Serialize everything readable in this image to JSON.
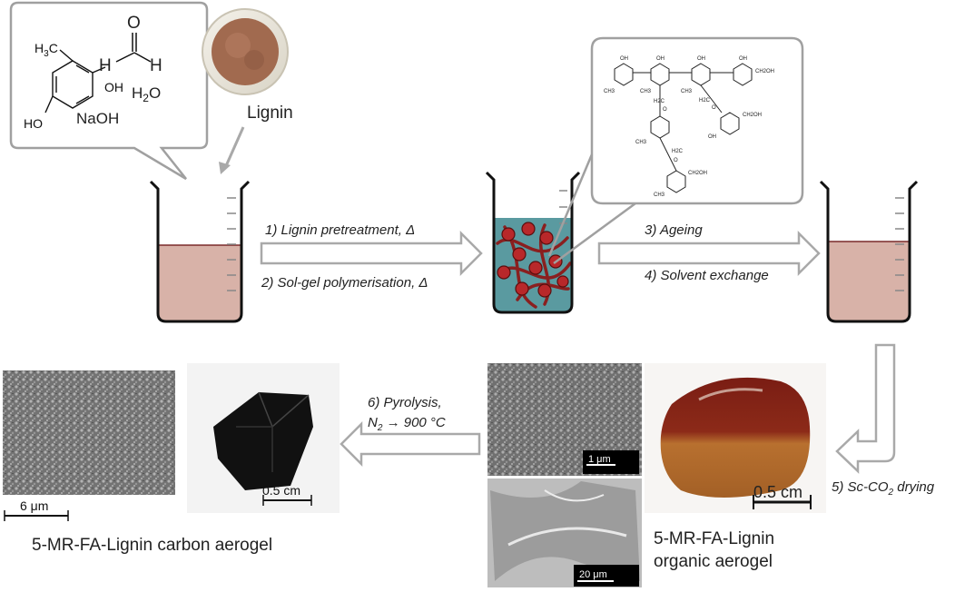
{
  "reagents": {
    "methyl": "H3C",
    "methyl_sub": "3",
    "oh_1": "OH",
    "ho_1": "HO",
    "naoh": "NaOH",
    "h_left": "H",
    "h_right": "H",
    "o": "O",
    "water": "H2O",
    "water_sub": "2"
  },
  "lignin_label": "Lignin",
  "structure": {
    "group_oh": "OH",
    "group_ch2oh": "CH2OH",
    "group_ch3": "CH3",
    "group_h2c": "H2C",
    "group_o": "O"
  },
  "steps": {
    "step1": "1) Lignin pretreatment, Δ",
    "step2": "2) Sol-gel polymerisation, Δ",
    "step3": "3) Ageing",
    "step4": "4) Solvent exchange",
    "step5": "5) Sc-CO",
    "step5_sub": "2",
    "step5_tail": " drying",
    "step6_line1": "6) Pyrolysis,",
    "step6_line2": "N",
    "step6_sub": "2",
    "step6_tail": " → 900 °C"
  },
  "scale_bars": {
    "carbon_sem": "6 μm",
    "carbon_photo": "0.5 cm",
    "organic_sem_top": "1 μm",
    "organic_sem_bottom": "20 μm",
    "organic_photo": "0.5 cm"
  },
  "captions": {
    "carbon_aerogel": "5-MR-FA-Lignin carbon aerogel",
    "organic_line1": "5-MR-FA-Lignin",
    "organic_line2": "organic aerogel"
  },
  "colors": {
    "solution": "#d8b2a8",
    "gel": "#5a9aa0",
    "polymer_strand": "#8a1f1f",
    "arrow_stroke": "#a9a9a9",
    "panel_stroke": "#a0a0a0"
  }
}
